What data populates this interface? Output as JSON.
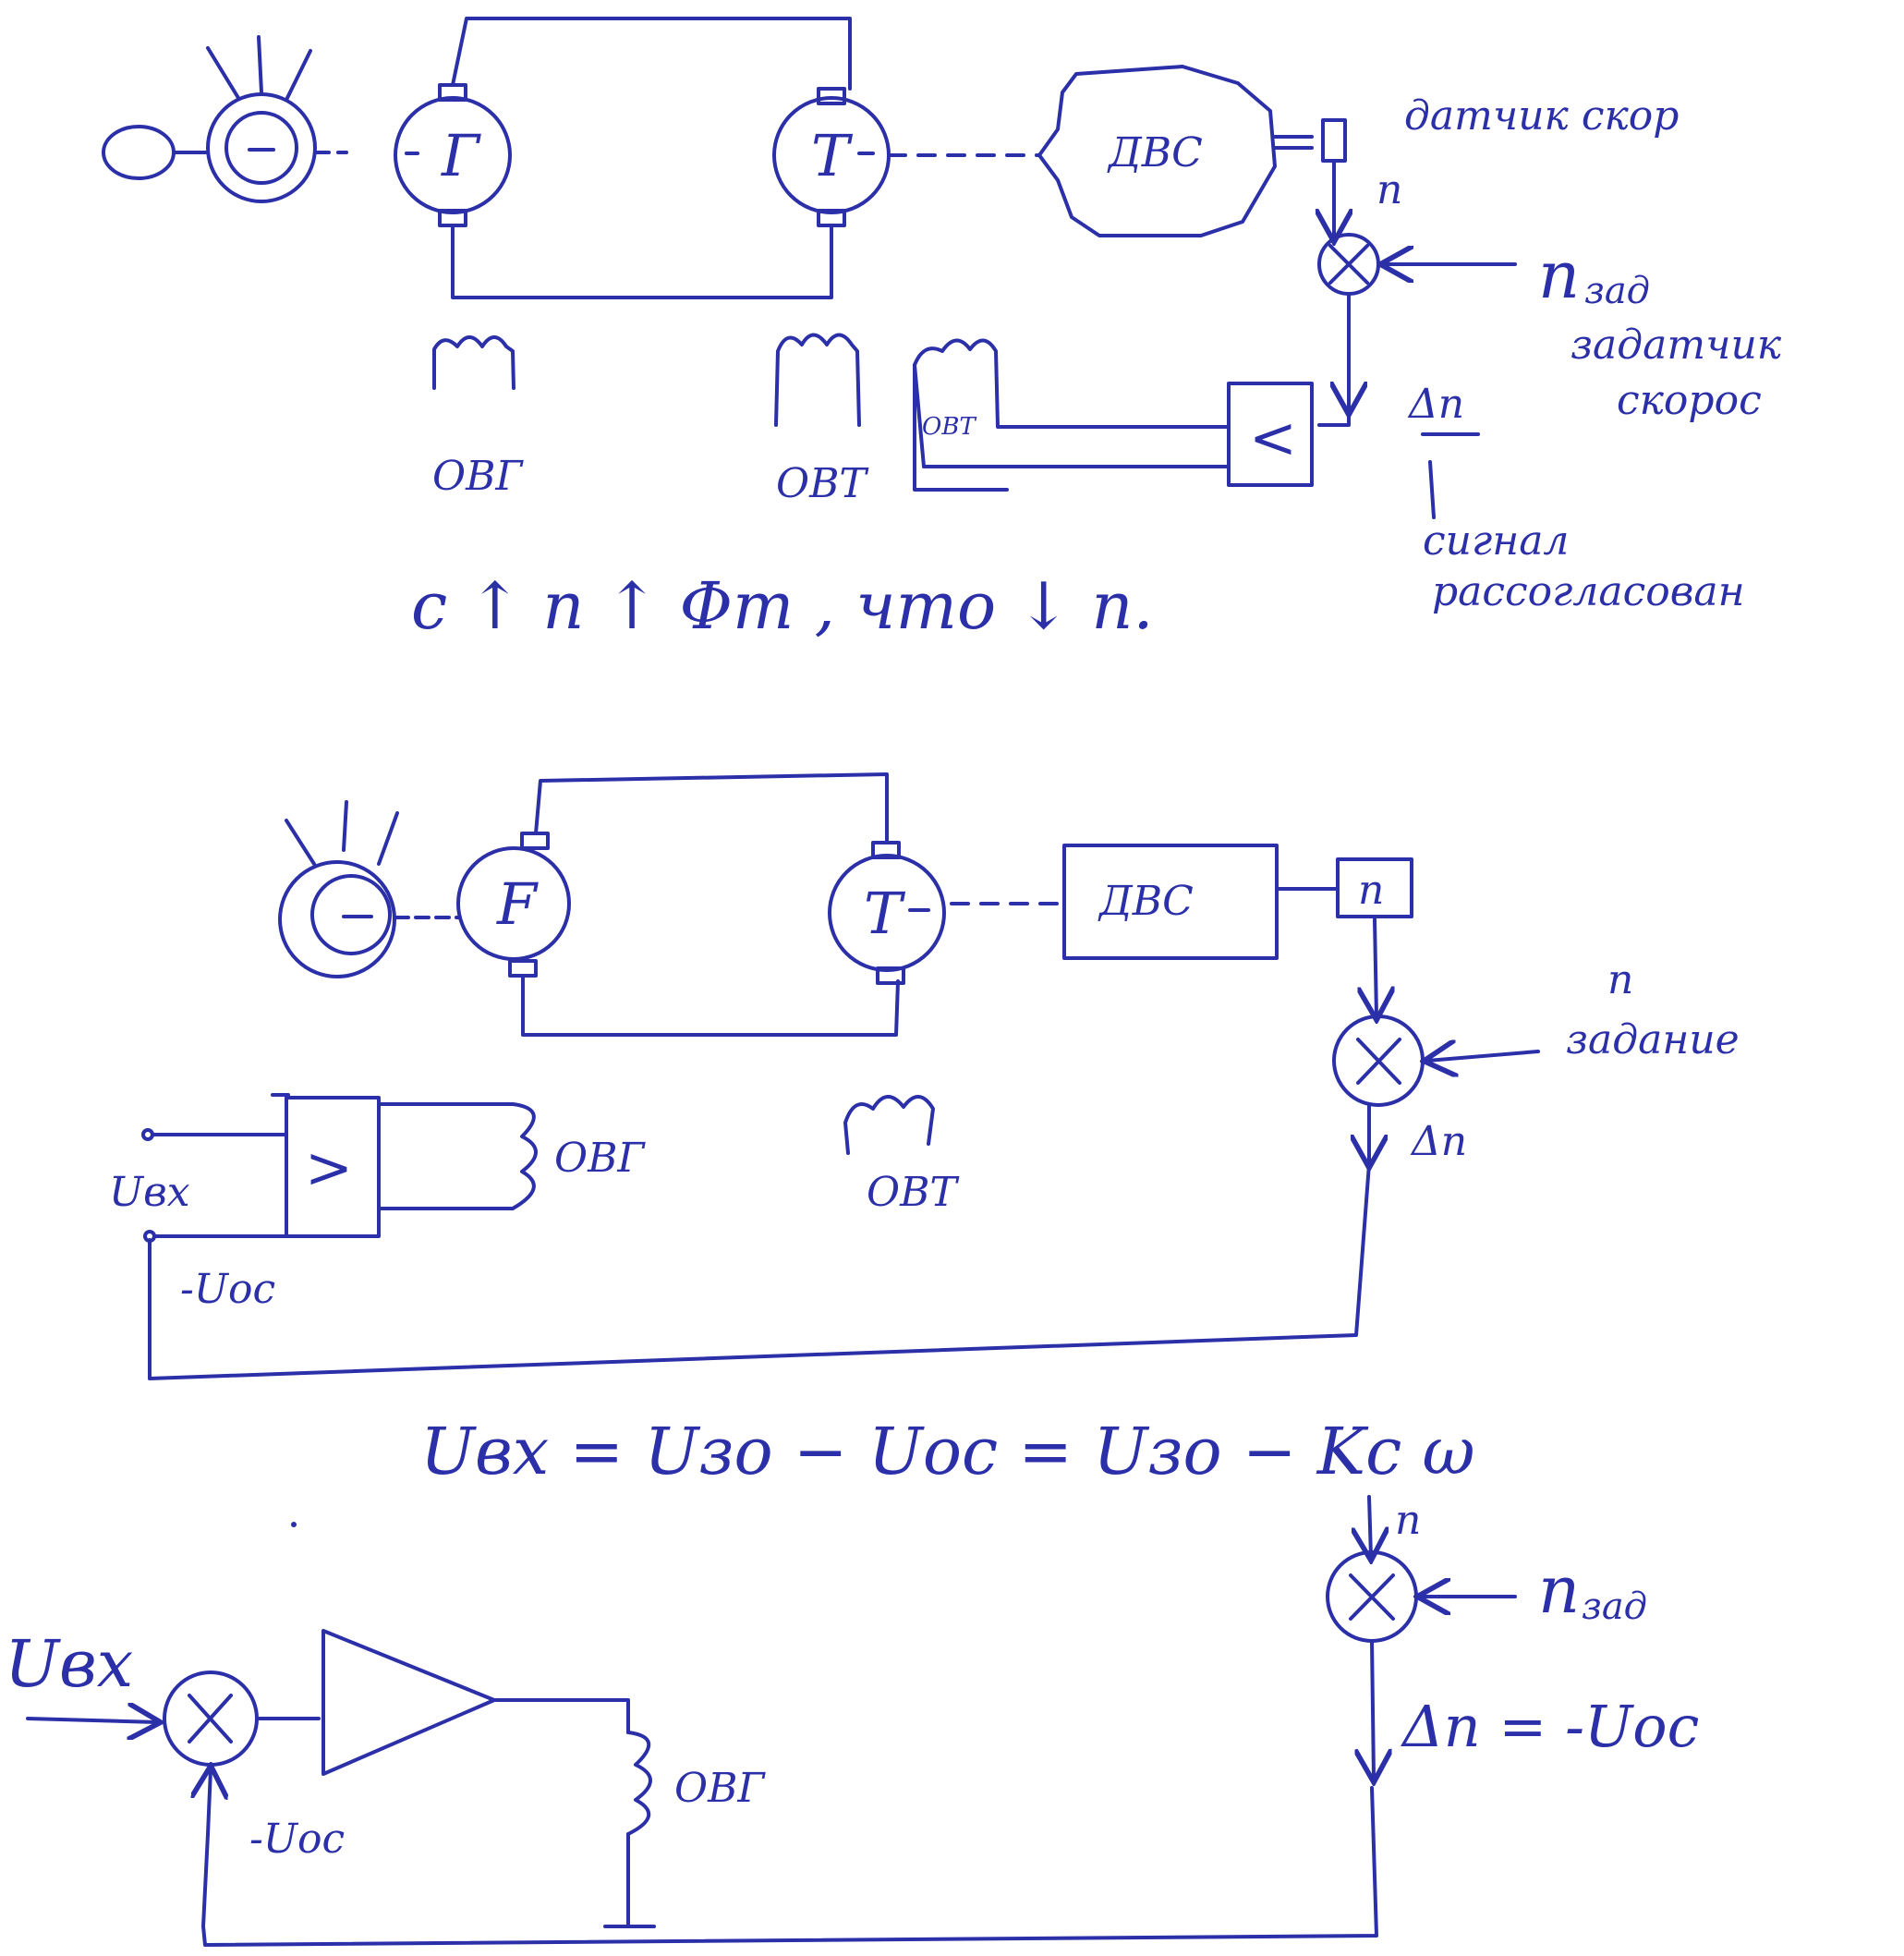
{
  "colors": {
    "ink": "#2b2fa8",
    "paper": "#ffffff"
  },
  "diagram1": {
    "generator_letter": "Г",
    "motor_letter": "Т",
    "engine_label": "ДВС",
    "winding_gen_label": "ОВГ",
    "winding_motor_label": "ОВТ",
    "winding_motor_small_label": "ОВТ",
    "sensor_label": "датчик скор",
    "speed_label": "n",
    "setpoint_label": "n",
    "setpoint_subscript": "зад",
    "setpoint_caption_line1": "задатчик",
    "setpoint_caption_line2": "скорос",
    "error_label": "Δn",
    "error_caption_line1": "сигнал",
    "error_caption_line2": "рассогласован",
    "amp_symbol": "<",
    "statement": "с ↑ n   ↑ Φт , что ↓ n."
  },
  "diagram2": {
    "generator_letter": "F",
    "motor_letter": "Т",
    "engine_label": "ДВС",
    "sensor_label": "n",
    "winding_gen_label": "ОВГ",
    "winding_motor_label": "ОВТ",
    "setpoint_label": "n",
    "setpoint_caption": "задание",
    "error_label": "Δn",
    "amp_symbol": ">",
    "input_label": "Uвх",
    "feedback_label": "-Uос"
  },
  "formula": "Uвх = Uзо − Uос = Uзо − Kс ω",
  "diagram3": {
    "input_label": "Uвх",
    "feedback_label": "-Uос",
    "winding_label": "ОВГ",
    "speed_label": "n",
    "setpoint_label": "n",
    "setpoint_subscript": "зад",
    "error_label": "Δn = -Uос"
  }
}
